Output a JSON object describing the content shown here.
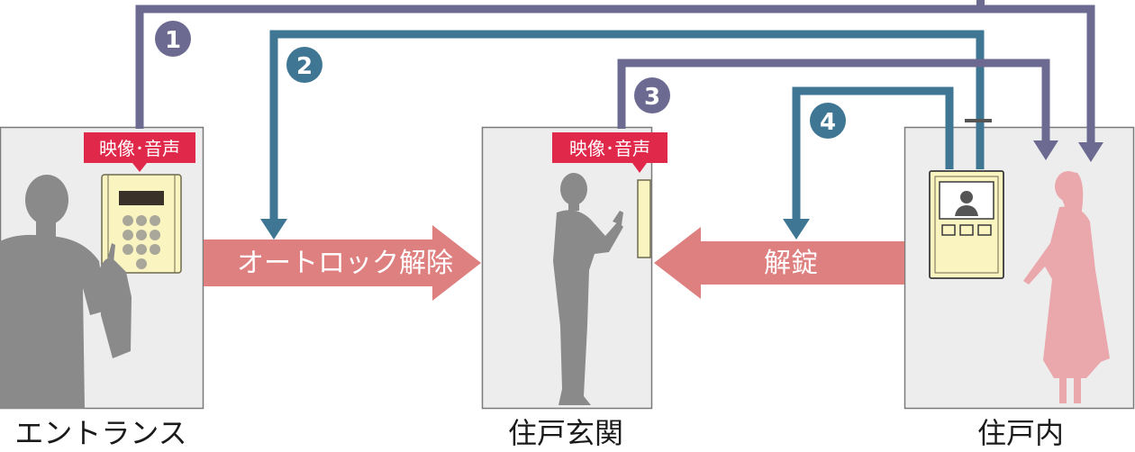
{
  "colors": {
    "purple": "#6c6a91",
    "blue": "#3f7694",
    "panel_bg": "#ededee",
    "panel_border": "#7a7a7a",
    "tag_red": "#e0284a",
    "arrow_pink": "#de8080",
    "person_gray": "#8a8a8a",
    "person_pink": "#eaa7ac",
    "device_cream": "#faf4c0"
  },
  "tags": {
    "entrance_tag": "映像･音声",
    "door_tag": "映像･音声"
  },
  "arrows": {
    "autolock": "オートロック解除",
    "unlock": "解錠"
  },
  "steps": [
    "1",
    "2",
    "3",
    "4"
  ],
  "locations": {
    "entrance": "エントランス",
    "door": "住戸玄関",
    "inside": "住戸内"
  },
  "icons": {
    "entrance_panel": "keypad-intercom-icon",
    "door_panel": "door-intercom-icon",
    "monitor": "video-monitor-icon"
  }
}
